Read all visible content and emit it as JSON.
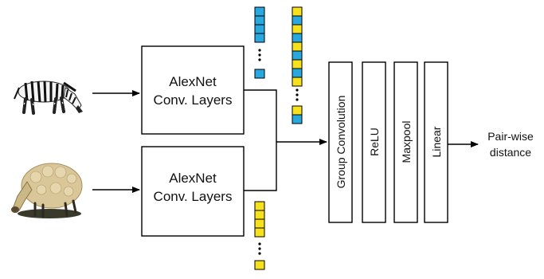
{
  "encoders": [
    {
      "line1": "AlexNet",
      "line2": "Conv. Layers",
      "input_icon": "zebra-icon"
    },
    {
      "line1": "AlexNet",
      "line2": "Conv. Layers",
      "input_icon": "sheep-icon"
    }
  ],
  "head_layers": [
    "Group Convolution",
    "ReLU",
    "Maxpool",
    "Linear"
  ],
  "output": {
    "line1": "Pair-wise",
    "line2": "distance"
  },
  "colors": {
    "blue_cell": "#29a8e0",
    "yellow_cell": "#f7e11c",
    "stroke": "#000000"
  }
}
